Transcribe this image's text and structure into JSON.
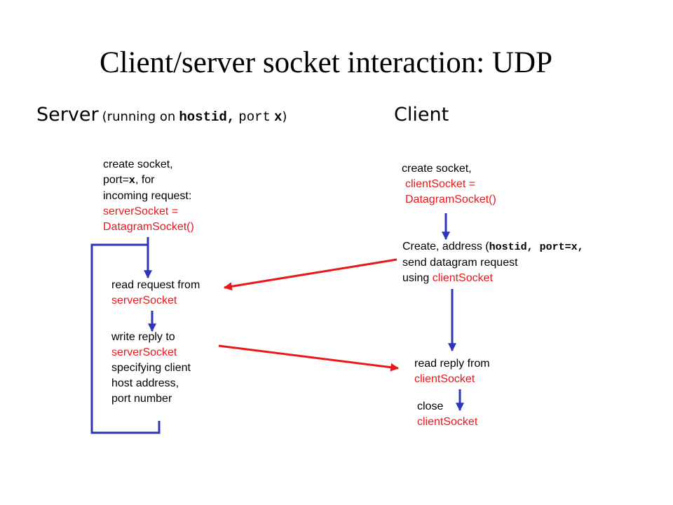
{
  "title": "Client/server socket interaction: UDP",
  "server_heading": {
    "label": "Server",
    "paren_open": "(",
    "running_on": "running on",
    "host": "hostid,",
    "port_word": "port",
    "port_var": "x",
    "paren_close": ")"
  },
  "client_heading": {
    "label": "Client"
  },
  "server": {
    "create": {
      "line1": "create socket,",
      "line2_prefix": "port=",
      "line2_var": "x",
      "line2_suffix": ", for",
      "line3": "incoming request:",
      "code1": "serverSocket =",
      "code2": "DatagramSocket()"
    },
    "read": {
      "line1": "read request from",
      "code1": "serverSocket"
    },
    "write": {
      "line1": "write reply to",
      "code1": "serverSocket",
      "line2": "specifying client",
      "line3": "host address,",
      "line4": "port number"
    }
  },
  "client": {
    "create": {
      "line1": "create socket,",
      "code1": "clientSocket =",
      "code2": "DatagramSocket()"
    },
    "send": {
      "line1_prefix": "Create, address (",
      "line1_code": "hostid, port=x,",
      "line2": "send datagram request",
      "line3_prefix": "using ",
      "line3_code": "clientSocket"
    },
    "read": {
      "line1": "read reply from",
      "code1": "clientSocket"
    },
    "close": {
      "line1": "close",
      "code1": "clientSocket"
    }
  },
  "colors": {
    "text": "#000000",
    "code_red": "#e8191c",
    "flow_arrow_blue": "#2e35b8",
    "message_arrow_red": "#e8191c"
  }
}
